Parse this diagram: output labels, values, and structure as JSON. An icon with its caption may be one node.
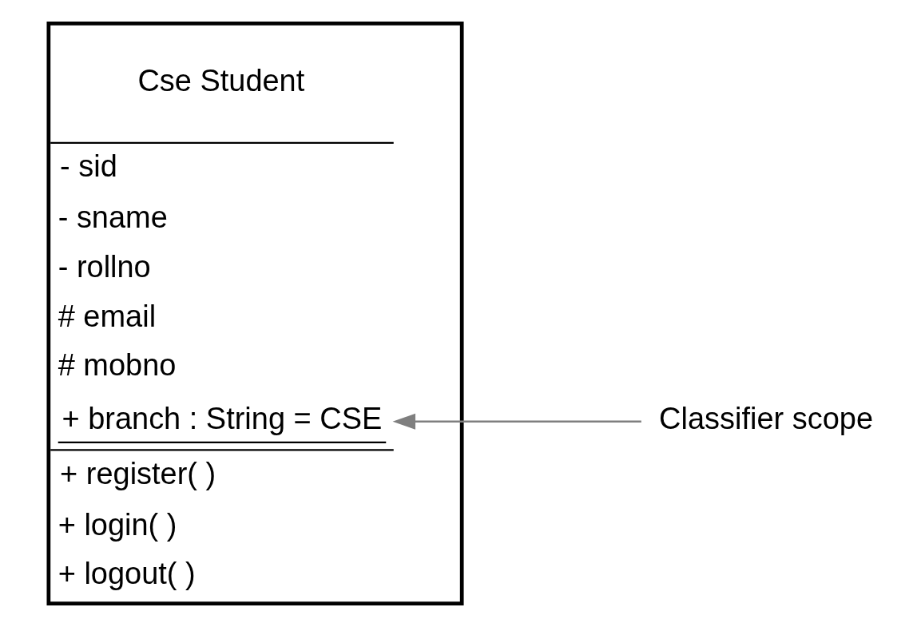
{
  "diagram": {
    "nodes": [
      {
        "text": [
          "Cse Student",
          "- sid",
          "- sname",
          "- rollno",
          "# email",
          "# mobno",
          "+ branch : String = CSE",
          "+ register( )",
          "+ login( )",
          "+ logout( )"
        ]
      },
      {
        "text": [
          "Classifier scope"
        ]
      }
    ],
    "edges": [
      {
        "from": 1,
        "to": 0,
        "arrow": "to"
      }
    ]
  }
}
